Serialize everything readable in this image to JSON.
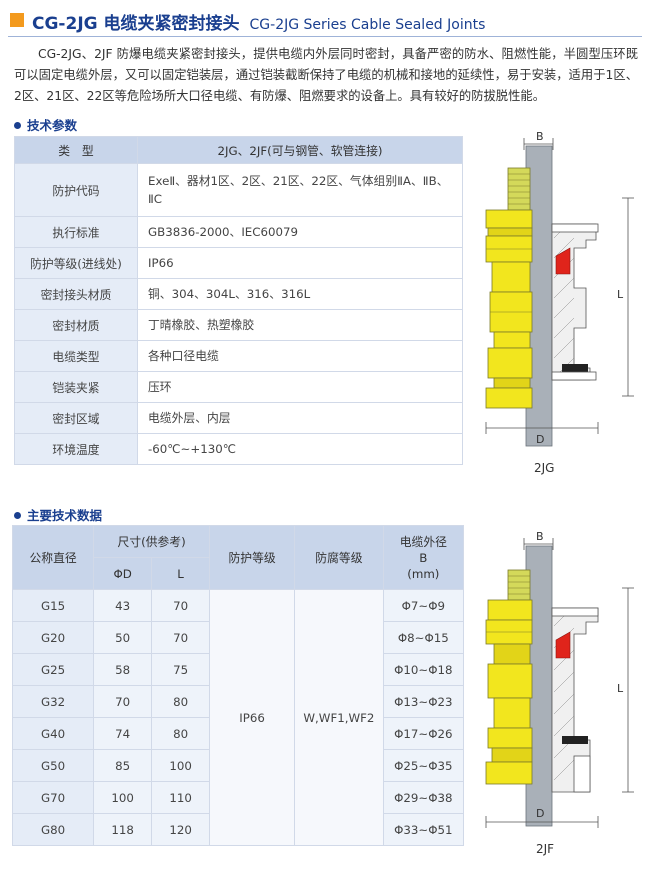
{
  "header": {
    "title_cn": "CG-2JG 电缆夹紧密封接头",
    "title_en": "CG-2JG Series Cable Sealed Joints",
    "accent_color": "#f39a1e",
    "title_color": "#1a3f8f"
  },
  "intro": "CG-2JG、2JF 防爆电缆夹紧密封接头，提供电缆内外层同时密封，具备严密的防水、阻燃性能，半圆型压环既可以固定电缆外层，又可以固定铠装层，通过铠装截断保持了电缆的机械和接地的延续性，易于安装，适用于1区、2区、21区、22区等危险场所大口径电缆、有防爆、阻燃要求的设备上。具有较好的防拔脱性能。",
  "spec_section": {
    "title": "技术参数",
    "header_label": "类　型",
    "header_value": "2JG、2JF(可与钢管、软管连接)",
    "rows": [
      {
        "label": "防护代码",
        "value": "ExeⅡ、器材1区、2区、21区、22区、气体组别ⅡA、ⅡB、ⅡC"
      },
      {
        "label": "执行标准",
        "value": "GB3836-2000、IEC60079"
      },
      {
        "label": "防护等级(进线处)",
        "value": "IP66"
      },
      {
        "label": "密封接头材质",
        "value": "铜、304、304L、316、316L"
      },
      {
        "label": "密封材质",
        "value": "丁晴橡胶、热塑橡胶"
      },
      {
        "label": "电缆类型",
        "value": "各种口径电缆"
      },
      {
        "label": "铠装夹紧",
        "value": "压环"
      },
      {
        "label": "密封区域",
        "value": "电缆外层、内层"
      },
      {
        "label": "环境温度",
        "value": "-60℃~+130℃"
      }
    ]
  },
  "tech_section": {
    "title": "主要技术数据",
    "headers": {
      "nominal": "公称直径",
      "size": "尺寸(供参考)",
      "d": "ΦD",
      "l": "L",
      "protection": "防护等级",
      "corrosion": "防腐等级",
      "cable_od": "电缆外径",
      "cable_od_b": "B",
      "cable_od_unit": "(mm)"
    },
    "protection_value": "IP66",
    "corrosion_value": "W,WF1,WF2",
    "rows": [
      {
        "size": "G15",
        "d": "43",
        "l": "70",
        "b": "Φ7~Φ9"
      },
      {
        "size": "G20",
        "d": "50",
        "l": "70",
        "b": "Φ8~Φ15"
      },
      {
        "size": "G25",
        "d": "58",
        "l": "75",
        "b": "Φ10~Φ18"
      },
      {
        "size": "G32",
        "d": "70",
        "l": "80",
        "b": "Φ13~Φ23"
      },
      {
        "size": "G40",
        "d": "74",
        "l": "80",
        "b": "Φ17~Φ26"
      },
      {
        "size": "G50",
        "d": "85",
        "l": "100",
        "b": "Φ25~Φ35"
      },
      {
        "size": "G70",
        "d": "100",
        "l": "110",
        "b": "Φ29~Φ38"
      },
      {
        "size": "G80",
        "d": "118",
        "l": "120",
        "b": "Φ33~Φ51"
      }
    ]
  },
  "figures": {
    "top": {
      "caption": "2JG",
      "dim_b": "B",
      "dim_l": "L",
      "dim_d": "D"
    },
    "bottom": {
      "caption": "2JF",
      "dim_b": "B",
      "dim_l": "L",
      "dim_d": "D"
    }
  }
}
